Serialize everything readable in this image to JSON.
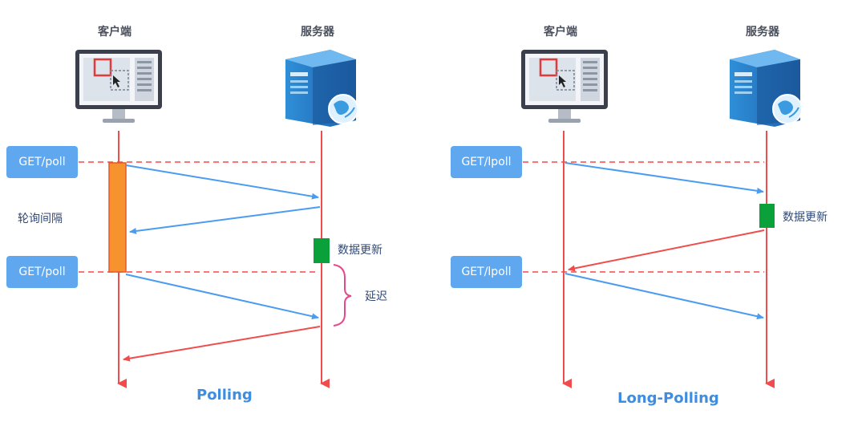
{
  "polling": {
    "client_label": "客户端",
    "server_label": "服务器",
    "requests": [
      "GET/poll",
      "GET/poll"
    ],
    "interval_label": "轮询间隔",
    "update_label": "数据更新",
    "delay_label": "延迟",
    "title": "Polling"
  },
  "long_polling": {
    "client_label": "客户端",
    "server_label": "服务器",
    "requests": [
      "GET/lpoll",
      "GET/lpoll"
    ],
    "update_label": "数据更新",
    "title": "Long-Polling"
  },
  "colors": {
    "lifeline": "#f04c4c",
    "request_arrow": "#4b9cf0",
    "response_arrow": "#f04c4c",
    "interval_bar": "#f7932f",
    "update_block": "#0aa13a",
    "badge": "#5fa8f0",
    "bracket": "#e34a8a"
  }
}
